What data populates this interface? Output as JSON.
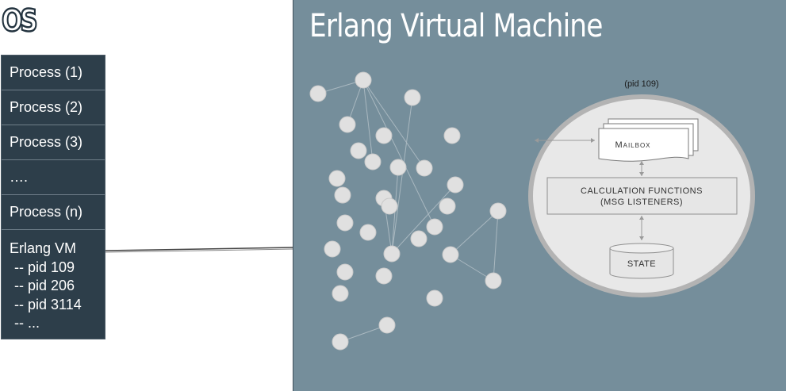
{
  "os_label": "OS",
  "processes": [
    "Process (1)",
    "Process (2)",
    "Process (3)",
    "….",
    "Process (n)"
  ],
  "erlang_vm": {
    "label": "Erlang VM",
    "pids": [
      "-- pid 109",
      "-- pid 206",
      "-- pid 3114",
      "-- ..."
    ]
  },
  "vm_title": "Erlang Virtual Machine",
  "detail": {
    "pid_label": "(pid 109)",
    "mailbox_label": "Mailbox",
    "functions_line1": "CALCULATION FUNCTIONS",
    "functions_line2": "(MSG LISTENERS)",
    "state_label": "STATE"
  },
  "colors": {
    "process_bg": "#2d3e4a",
    "vm_bg": "#758e9b",
    "node": "#e0e0e0",
    "detail_fill": "#e8e8e8",
    "detail_border": "#b3b3b3"
  }
}
